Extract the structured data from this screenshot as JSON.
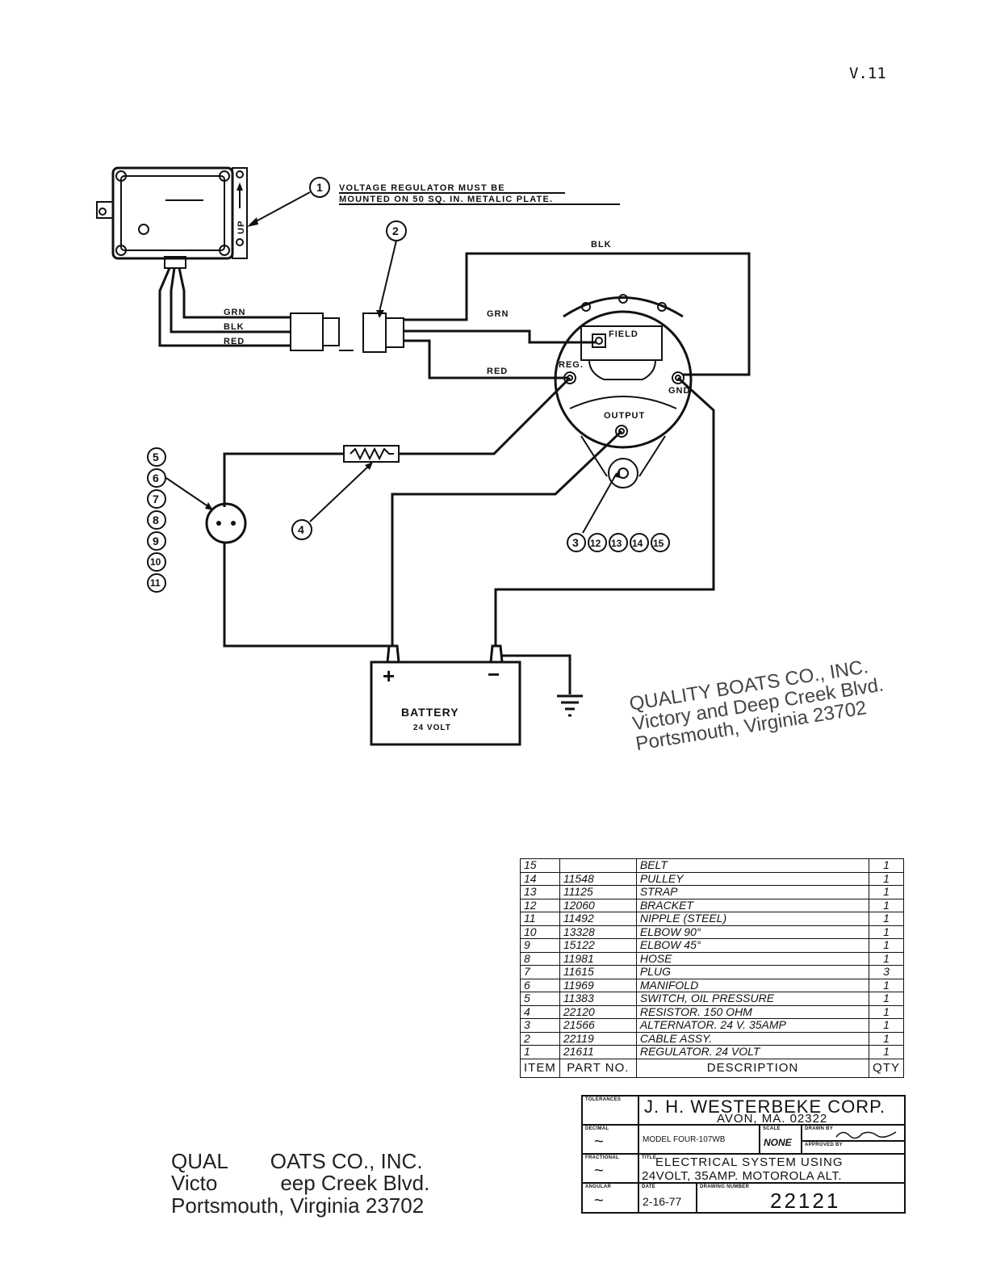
{
  "page_label": "V.11",
  "callout_note": {
    "line1": "VOLTAGE REGULATOR MUST BE",
    "line2": "MOUNTED ON 50 SQ. IN. METALIC PLATE."
  },
  "regulator_label": "UP",
  "wire_labels": {
    "grn_left": "GRN",
    "blk_left": "BLK",
    "red_left": "RED",
    "blk_top": "BLK",
    "grn_right": "GRN",
    "red_right": "RED"
  },
  "alternator_labels": {
    "field": "FIELD",
    "reg": "REG.",
    "gnd": "GND",
    "output": "OUTPUT"
  },
  "callouts": {
    "c1": "1",
    "c2": "2",
    "c4": "4",
    "left_stack": [
      "5",
      "6",
      "7",
      "8",
      "9",
      "10",
      "11"
    ],
    "right_row": [
      "3",
      "12",
      "13",
      "14",
      "15"
    ]
  },
  "battery": {
    "plus": "+",
    "minus": "−",
    "label": "BATTERY",
    "voltage": "24 VOLT"
  },
  "stamp_upper": {
    "line1": "QUALITY BOATS CO., INC.",
    "line2": "Victory and Deep Creek Blvd.",
    "line3": "Portsmouth, Virginia 23702"
  },
  "stamp_lower": {
    "line1": "QUAL    OATS CO., INC.",
    "line2": "Victo      eep Creek Blvd.",
    "line3": "Portsmouth, Virginia 23702"
  },
  "parts_table": {
    "rows": [
      {
        "item": "15",
        "part": "",
        "desc": "BELT",
        "qty": "1"
      },
      {
        "item": "14",
        "part": "11548",
        "desc": "PULLEY",
        "qty": "1"
      },
      {
        "item": "13",
        "part": "11125",
        "desc": "STRAP",
        "qty": "1"
      },
      {
        "item": "12",
        "part": "12060",
        "desc": "BRACKET",
        "qty": "1"
      },
      {
        "item": "11",
        "part": "11492",
        "desc": "NIPPLE    (STEEL)",
        "qty": "1"
      },
      {
        "item": "10",
        "part": "13328",
        "desc": "ELBOW   90°",
        "qty": "1"
      },
      {
        "item": "9",
        "part": "15122",
        "desc": "ELBOW   45°",
        "qty": "1"
      },
      {
        "item": "8",
        "part": "11981",
        "desc": "HOSE",
        "qty": "1"
      },
      {
        "item": "7",
        "part": "11615",
        "desc": "PLUG",
        "qty": "3"
      },
      {
        "item": "6",
        "part": "11969",
        "desc": "MANIFOLD",
        "qty": "1"
      },
      {
        "item": "5",
        "part": "11383",
        "desc": "SWITCH, OIL PRESSURE",
        "qty": "1"
      },
      {
        "item": "4",
        "part": "22120",
        "desc": "RESISTOR. 150 OHM",
        "qty": "1"
      },
      {
        "item": "3",
        "part": "21566",
        "desc": "ALTERNATOR. 24 V. 35AMP",
        "qty": "1"
      },
      {
        "item": "2",
        "part": "22119",
        "desc": "CABLE ASSY.",
        "qty": "1"
      },
      {
        "item": "1",
        "part": "21611",
        "desc": "REGULATOR.   24 VOLT",
        "qty": "1"
      }
    ],
    "header": {
      "item": "ITEM",
      "part": "PART NO.",
      "desc": "DESCRIPTION",
      "qty": "QTY"
    }
  },
  "title_block": {
    "company": "J. H. WESTERBEKE CORP.",
    "location": "AVON, MA. 02322",
    "tolerances": "TOLERANCES",
    "decimal": "DECIMAL",
    "fractional": "FRACTIONAL",
    "angular": "ANGULAR",
    "model": "MODEL FOUR-107WB",
    "scale_label": "SCALE",
    "scale": "NONE",
    "drawn_by": "DRAWN BY",
    "approved_by": "APPROVED BY",
    "title_label": "TITLE",
    "title_line1": "ELECTRICAL SYSTEM USING",
    "title_line2": "24VOLT, 35AMP. MOTOROLA ALT.",
    "date_label": "DATE",
    "date": "2-16-77",
    "drawing_number_label": "DRAWING NUMBER",
    "drawing_number": "22121",
    "tilde": "~"
  }
}
